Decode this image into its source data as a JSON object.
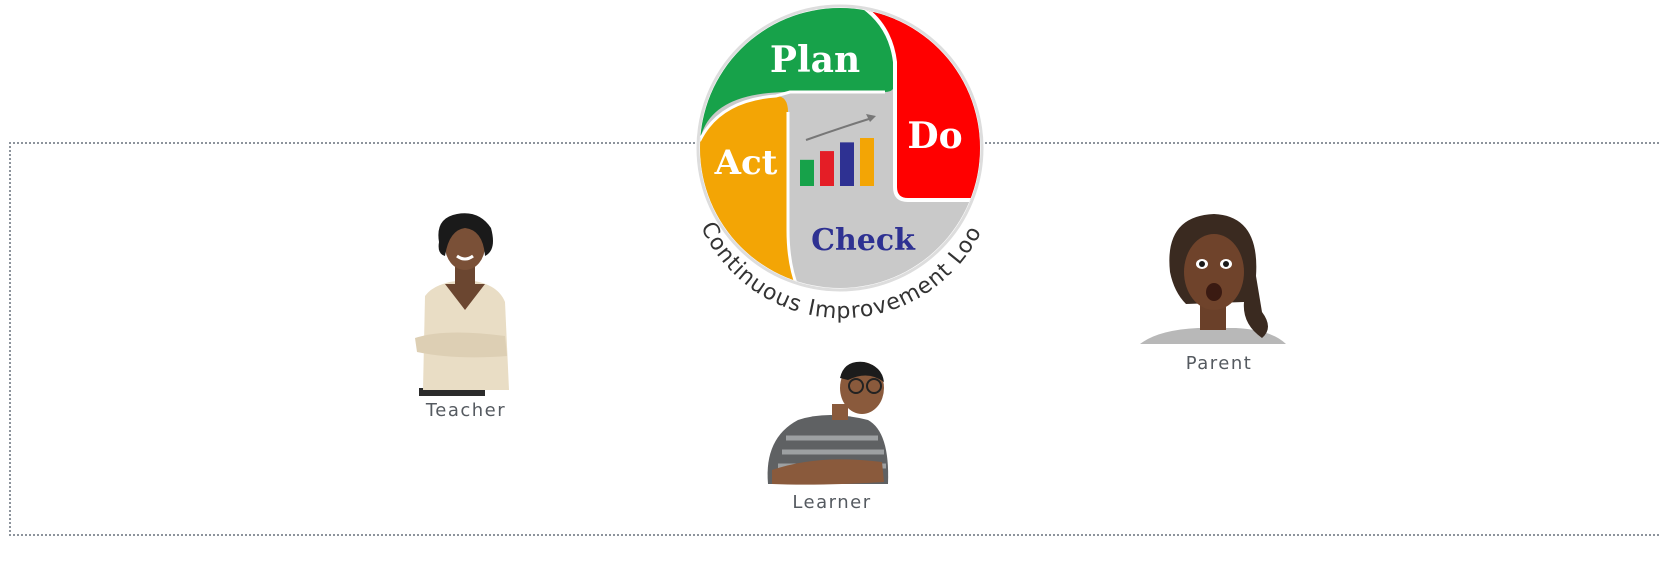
{
  "cycle": {
    "stages": [
      "Plan",
      "Do",
      "Check",
      "Act"
    ],
    "caption": "Continuous Improvement Loop",
    "colors": {
      "plan": "#17a24a",
      "do": "#ff0000",
      "check": "#c9c9c9",
      "act": "#f3a505",
      "check_text": "#2e3192",
      "caption_text": "#333333"
    },
    "bar_chart": {
      "values": [
        3,
        4,
        5,
        5.5
      ],
      "colors": [
        "#17a24a",
        "#e41e26",
        "#2e3192",
        "#f3a505"
      ]
    }
  },
  "people": [
    {
      "key": "teacher",
      "label": "Teacher"
    },
    {
      "key": "learner",
      "label": "Learner"
    },
    {
      "key": "parent",
      "label": "Parent"
    }
  ]
}
